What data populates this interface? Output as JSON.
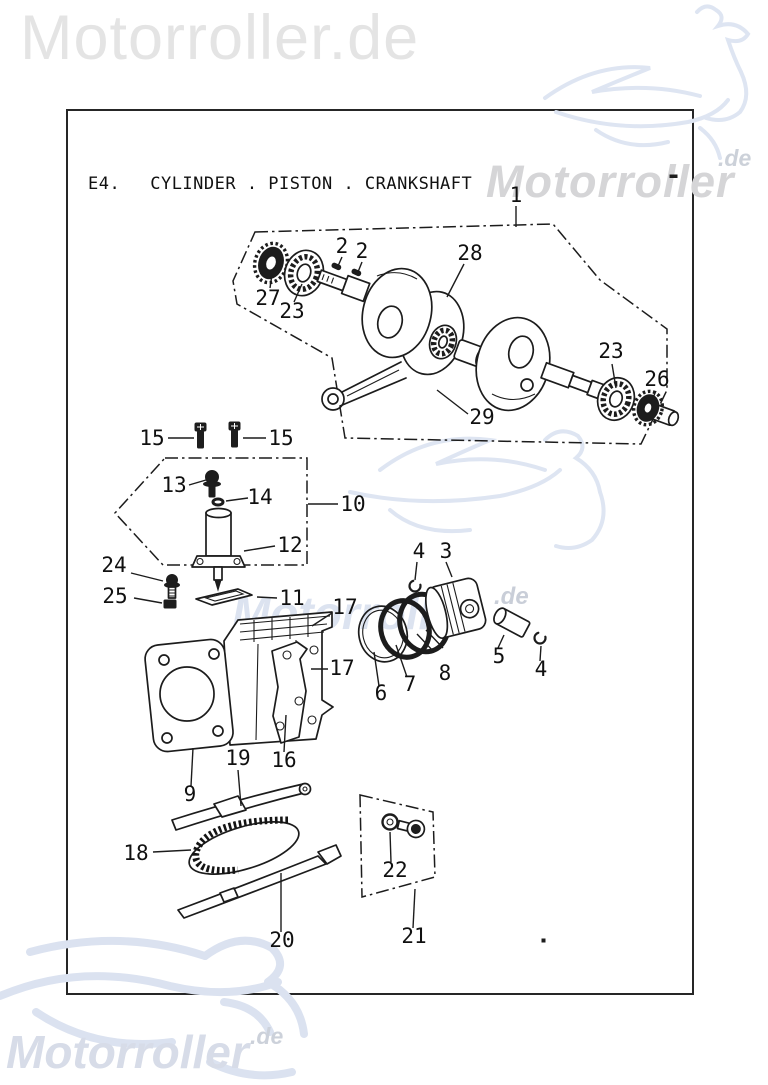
{
  "brand": {
    "logo_top": "Motorroller.de",
    "watermark_word": "Motorroller",
    "watermark_tld": ".de"
  },
  "diagram": {
    "code": "E4.",
    "title": "CYLINDER . PISTON . CRANKSHAFT",
    "parts": [
      {
        "num": "1"
      },
      {
        "num": "2"
      },
      {
        "num": "2"
      },
      {
        "num": "27"
      },
      {
        "num": "23"
      },
      {
        "num": "28"
      },
      {
        "num": "23"
      },
      {
        "num": "26"
      },
      {
        "num": "29"
      },
      {
        "num": "15"
      },
      {
        "num": "15"
      },
      {
        "num": "13"
      },
      {
        "num": "14"
      },
      {
        "num": "10"
      },
      {
        "num": "12"
      },
      {
        "num": "24"
      },
      {
        "num": "25"
      },
      {
        "num": "11"
      },
      {
        "num": "17"
      },
      {
        "num": "17"
      },
      {
        "num": "9"
      },
      {
        "num": "19"
      },
      {
        "num": "16"
      },
      {
        "num": "6"
      },
      {
        "num": "7"
      },
      {
        "num": "8"
      },
      {
        "num": "4"
      },
      {
        "num": "3"
      },
      {
        "num": "5"
      },
      {
        "num": "4"
      },
      {
        "num": "18"
      },
      {
        "num": "20"
      },
      {
        "num": "22"
      },
      {
        "num": "21"
      }
    ]
  },
  "colors": {
    "line": "#1c1c1c",
    "watermark_blue": "#dee5f2",
    "watermark_gray": "#d5d5d7",
    "logo_gray": "#e4e4e4"
  }
}
